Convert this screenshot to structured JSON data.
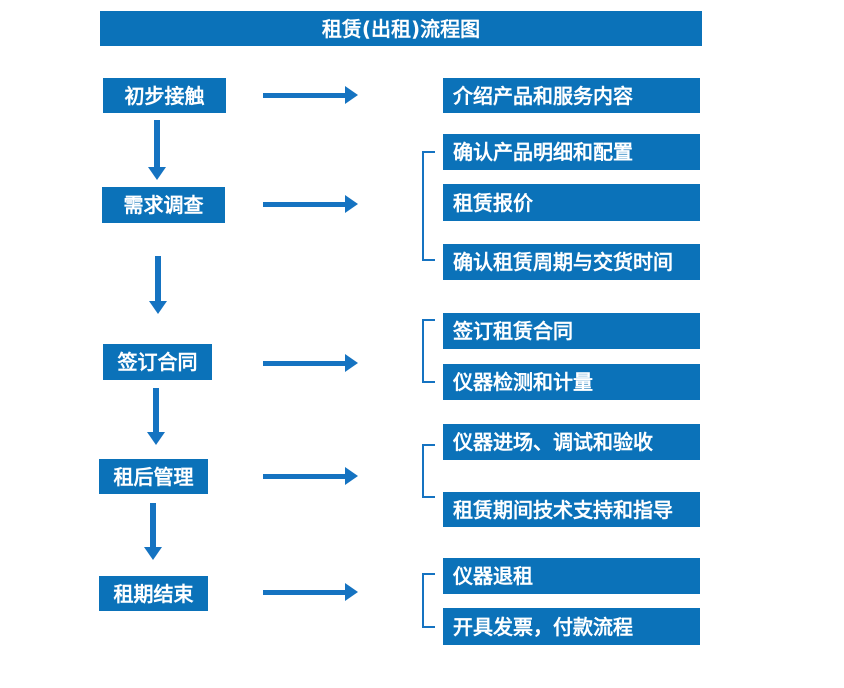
{
  "title": "租赁(出租)流程图",
  "colors": {
    "box_blue": "#0b72b9",
    "arrow_blue": "#1573c1",
    "text_white": "#ffffff",
    "background": "#ffffff"
  },
  "steps": [
    {
      "label": "初步接触",
      "details": [
        "介绍产品和服务内容"
      ]
    },
    {
      "label": "需求调查",
      "details": [
        "确认产品明细和配置",
        "租赁报价",
        "确认租赁周期与交货时间"
      ]
    },
    {
      "label": "签订合同",
      "details": [
        "签订租赁合同",
        "仪器检测和计量"
      ]
    },
    {
      "label": "租后管理",
      "details": [
        "仪器进场、调试和验收",
        "租赁期间技术支持和指导"
      ]
    },
    {
      "label": "租期结束",
      "details": [
        "仪器退租",
        "开具发票，付款流程"
      ]
    }
  ]
}
